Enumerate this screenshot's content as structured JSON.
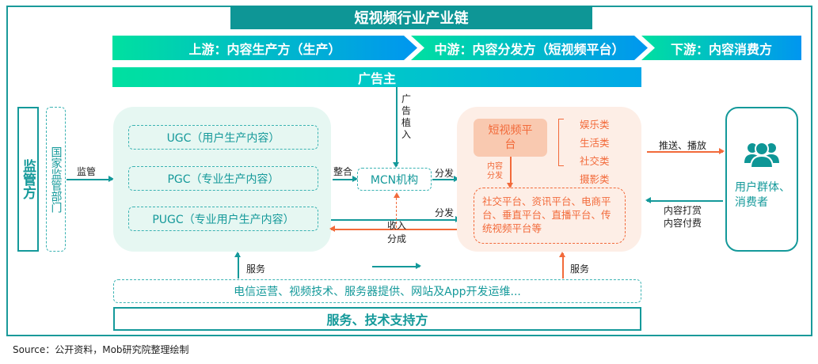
{
  "title": "短视频行业产业链",
  "stages": [
    "上游：内容生产方（生产）",
    "中游：内容分发方（短视频平台）",
    "下游：内容消费方"
  ],
  "advertiser": "广告主",
  "ad_placement": "广告植入",
  "regulator": {
    "label": "监管方",
    "department": "国家监管部门",
    "action": "监管"
  },
  "producers": [
    "UGC（用户生产内容）",
    "PGC（专业生产内容）",
    "PUGC（专业用户生产内容）"
  ],
  "integrate": "整合",
  "mcn": "MCN机构",
  "distribute": "分发",
  "revenue_share": "收入分成",
  "platform": {
    "name": "短视频平台",
    "content_distribution": "内容分发",
    "categories": [
      "娱乐类",
      "生活类",
      "社交类",
      "摄影类"
    ],
    "channels": "社交平台、资讯平台、电商平台、垂直平台、直播平台、传统视频平台等"
  },
  "push": "推送、播放",
  "consumers": "用户群体、消费者",
  "payback": "内容打赏\n内容付费",
  "service": "服务",
  "services_list": "电信运营、视频技术、服务器提供、网站及App开发运维...",
  "service_provider": "服务、技术支持方",
  "source": "Source：公开资料，Mob研究院整理绘制",
  "colors": {
    "teal": "#0e9696",
    "orange": "#f26a3a",
    "green_panel": "#e6f7f2",
    "orange_panel": "#fdeee6"
  }
}
